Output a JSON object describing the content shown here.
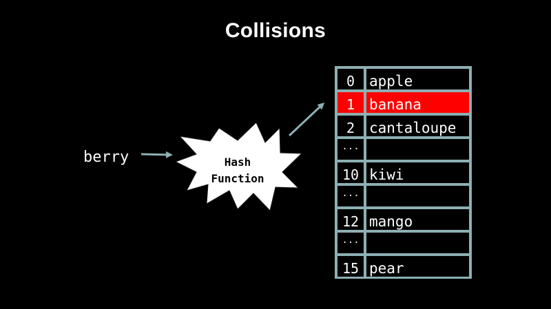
{
  "title": "Collisions",
  "input_key": "berry",
  "hash_function": {
    "line1": "Hash",
    "line2": "Function"
  },
  "colors": {
    "background": "#000000",
    "highlight": "#ff0000",
    "table_border": "#8db0b4",
    "arrow": "#8db0b4"
  },
  "table": {
    "rows": [
      {
        "index": "0",
        "value": "apple",
        "highlighted": false
      },
      {
        "index": "1",
        "value": "banana",
        "highlighted": true
      },
      {
        "index": "2",
        "value": "cantaloupe",
        "highlighted": false
      },
      {
        "index": "...",
        "value": "",
        "highlighted": false
      },
      {
        "index": "10",
        "value": "kiwi",
        "highlighted": false
      },
      {
        "index": "...",
        "value": "",
        "highlighted": false
      },
      {
        "index": "12",
        "value": "mango",
        "highlighted": false
      },
      {
        "index": "...",
        "value": "",
        "highlighted": false
      },
      {
        "index": "15",
        "value": "pear",
        "highlighted": false
      }
    ]
  }
}
